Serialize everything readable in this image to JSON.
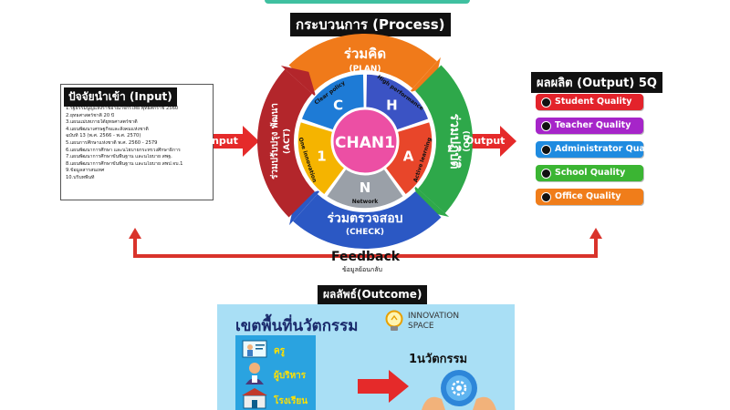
{
  "process": {
    "title": "กระบวนการ (Process)",
    "center": "CHAN1",
    "plan": {
      "th": "ร่วมคิด",
      "en": "(PLAN)"
    },
    "do": {
      "th": "ร่วมปฏิบัติ",
      "en": "(DO)"
    },
    "check": {
      "th": "ร่วมตรวจสอบ",
      "en": "(CHECK)"
    },
    "act": {
      "th": "ร่วมปรับปรุง พัฒนา",
      "en": "(ACT)"
    },
    "segments": [
      {
        "letter": "C",
        "word": "Clear policy",
        "color": "#1e7bd6"
      },
      {
        "letter": "H",
        "word": "High performance",
        "color": "#3b53c4"
      },
      {
        "letter": "A",
        "word": "Active learning",
        "color": "#e8462a"
      },
      {
        "letter": "N",
        "word": "Network",
        "color": "#9aa0a8"
      },
      {
        "letter": "1",
        "word": "One innovation",
        "color": "#f5b400"
      }
    ],
    "colors": {
      "plan": "#f07a1a",
      "do": "#2ea84a",
      "check": "#2b58c4",
      "act": "#b3262b",
      "center": "#ec4fa4"
    }
  },
  "input": {
    "arrow_label": "Input",
    "title": "ปัจจัยนำเข้า (Input)",
    "items": [
      "1.รัฐธรรมนูญแห่งราชอาณาจักรไทย พุทธศักราช 2560",
      "2.ยุทธศาสตร์ชาติ 20 ปี",
      "3.แผนแม่บทภายใต้ยุทธศาสตร์ชาติ",
      "4.แผนพัฒนาเศรษฐกิจและสังคมแห่งชาติ",
      "ฉบับที่ 13 (พ.ศ. 2566 - พ.ศ. 2570)",
      "5.แผนการศึกษาแห่งชาติ พ.ศ. 2560 - 2579",
      "6.แผนพัฒนาการศึกษา และนโยบายกระทรวงศึกษาธิการ",
      "7.แผนพัฒนาการศึกษาขั้นพื้นฐาน และนโยบาย สพฐ.",
      "8.แผนพัฒนาการศึกษาขั้นพื้นฐาน และนโยบาย สพป.จบ.1",
      "9.ข้อมูลสารสนเทศ",
      "10.บริบทพื้นที่"
    ]
  },
  "output": {
    "arrow_label": "Output",
    "title": "ผลผลิต (Output) 5Q",
    "items": [
      {
        "label": "Student Quality",
        "color": "#e3232b"
      },
      {
        "label": "Teacher Quality",
        "color": "#a625c9"
      },
      {
        "label": "Administrator Quality",
        "color": "#1f8be0"
      },
      {
        "label": "School Quality",
        "color": "#3bb533"
      },
      {
        "label": "Office Quality",
        "color": "#f07d1a"
      }
    ]
  },
  "feedback": {
    "title": "Feedback",
    "subtitle": "ข้อมูลย้อนกลับ"
  },
  "outcome": {
    "title": "ผลลัพธ์(Outcome)",
    "heading": "เขตพื้นที่นวัตกรรม",
    "brand_line1": "INNOVATION",
    "brand_line2": "SPACE",
    "people": [
      "ครู",
      "ผู้บริหาร",
      "โรงเรียน"
    ],
    "result": "1นวัตกรรม"
  },
  "colors": {
    "arrow_red": "#e52a2a",
    "feedback_red": "#d9332b",
    "outcome_bg": "#a9dff5"
  }
}
